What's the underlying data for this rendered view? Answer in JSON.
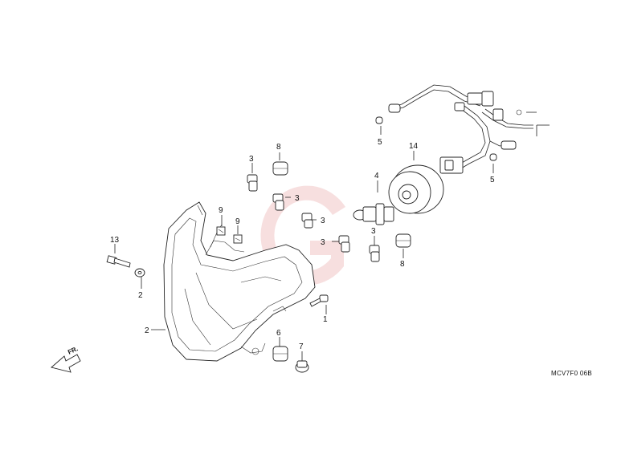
{
  "diagram": {
    "code": "MCV7F0 06B",
    "direction": "FR.",
    "labels": {
      "l1": "1",
      "l2a": "2",
      "l2b": "2",
      "l3a": "3",
      "l3b": "3",
      "l3c": "3",
      "l3d": "3",
      "l3e": "3",
      "l4": "4",
      "l5a": "5",
      "l5b": "5",
      "l6": "6",
      "l7": "7",
      "l8a": "8",
      "l8b": "8",
      "l9a": "9",
      "l9b": "9",
      "l13": "13",
      "l14": "14"
    }
  },
  "watermark": {
    "color": "#e8a3a3",
    "shape": "letter-g-logo"
  }
}
